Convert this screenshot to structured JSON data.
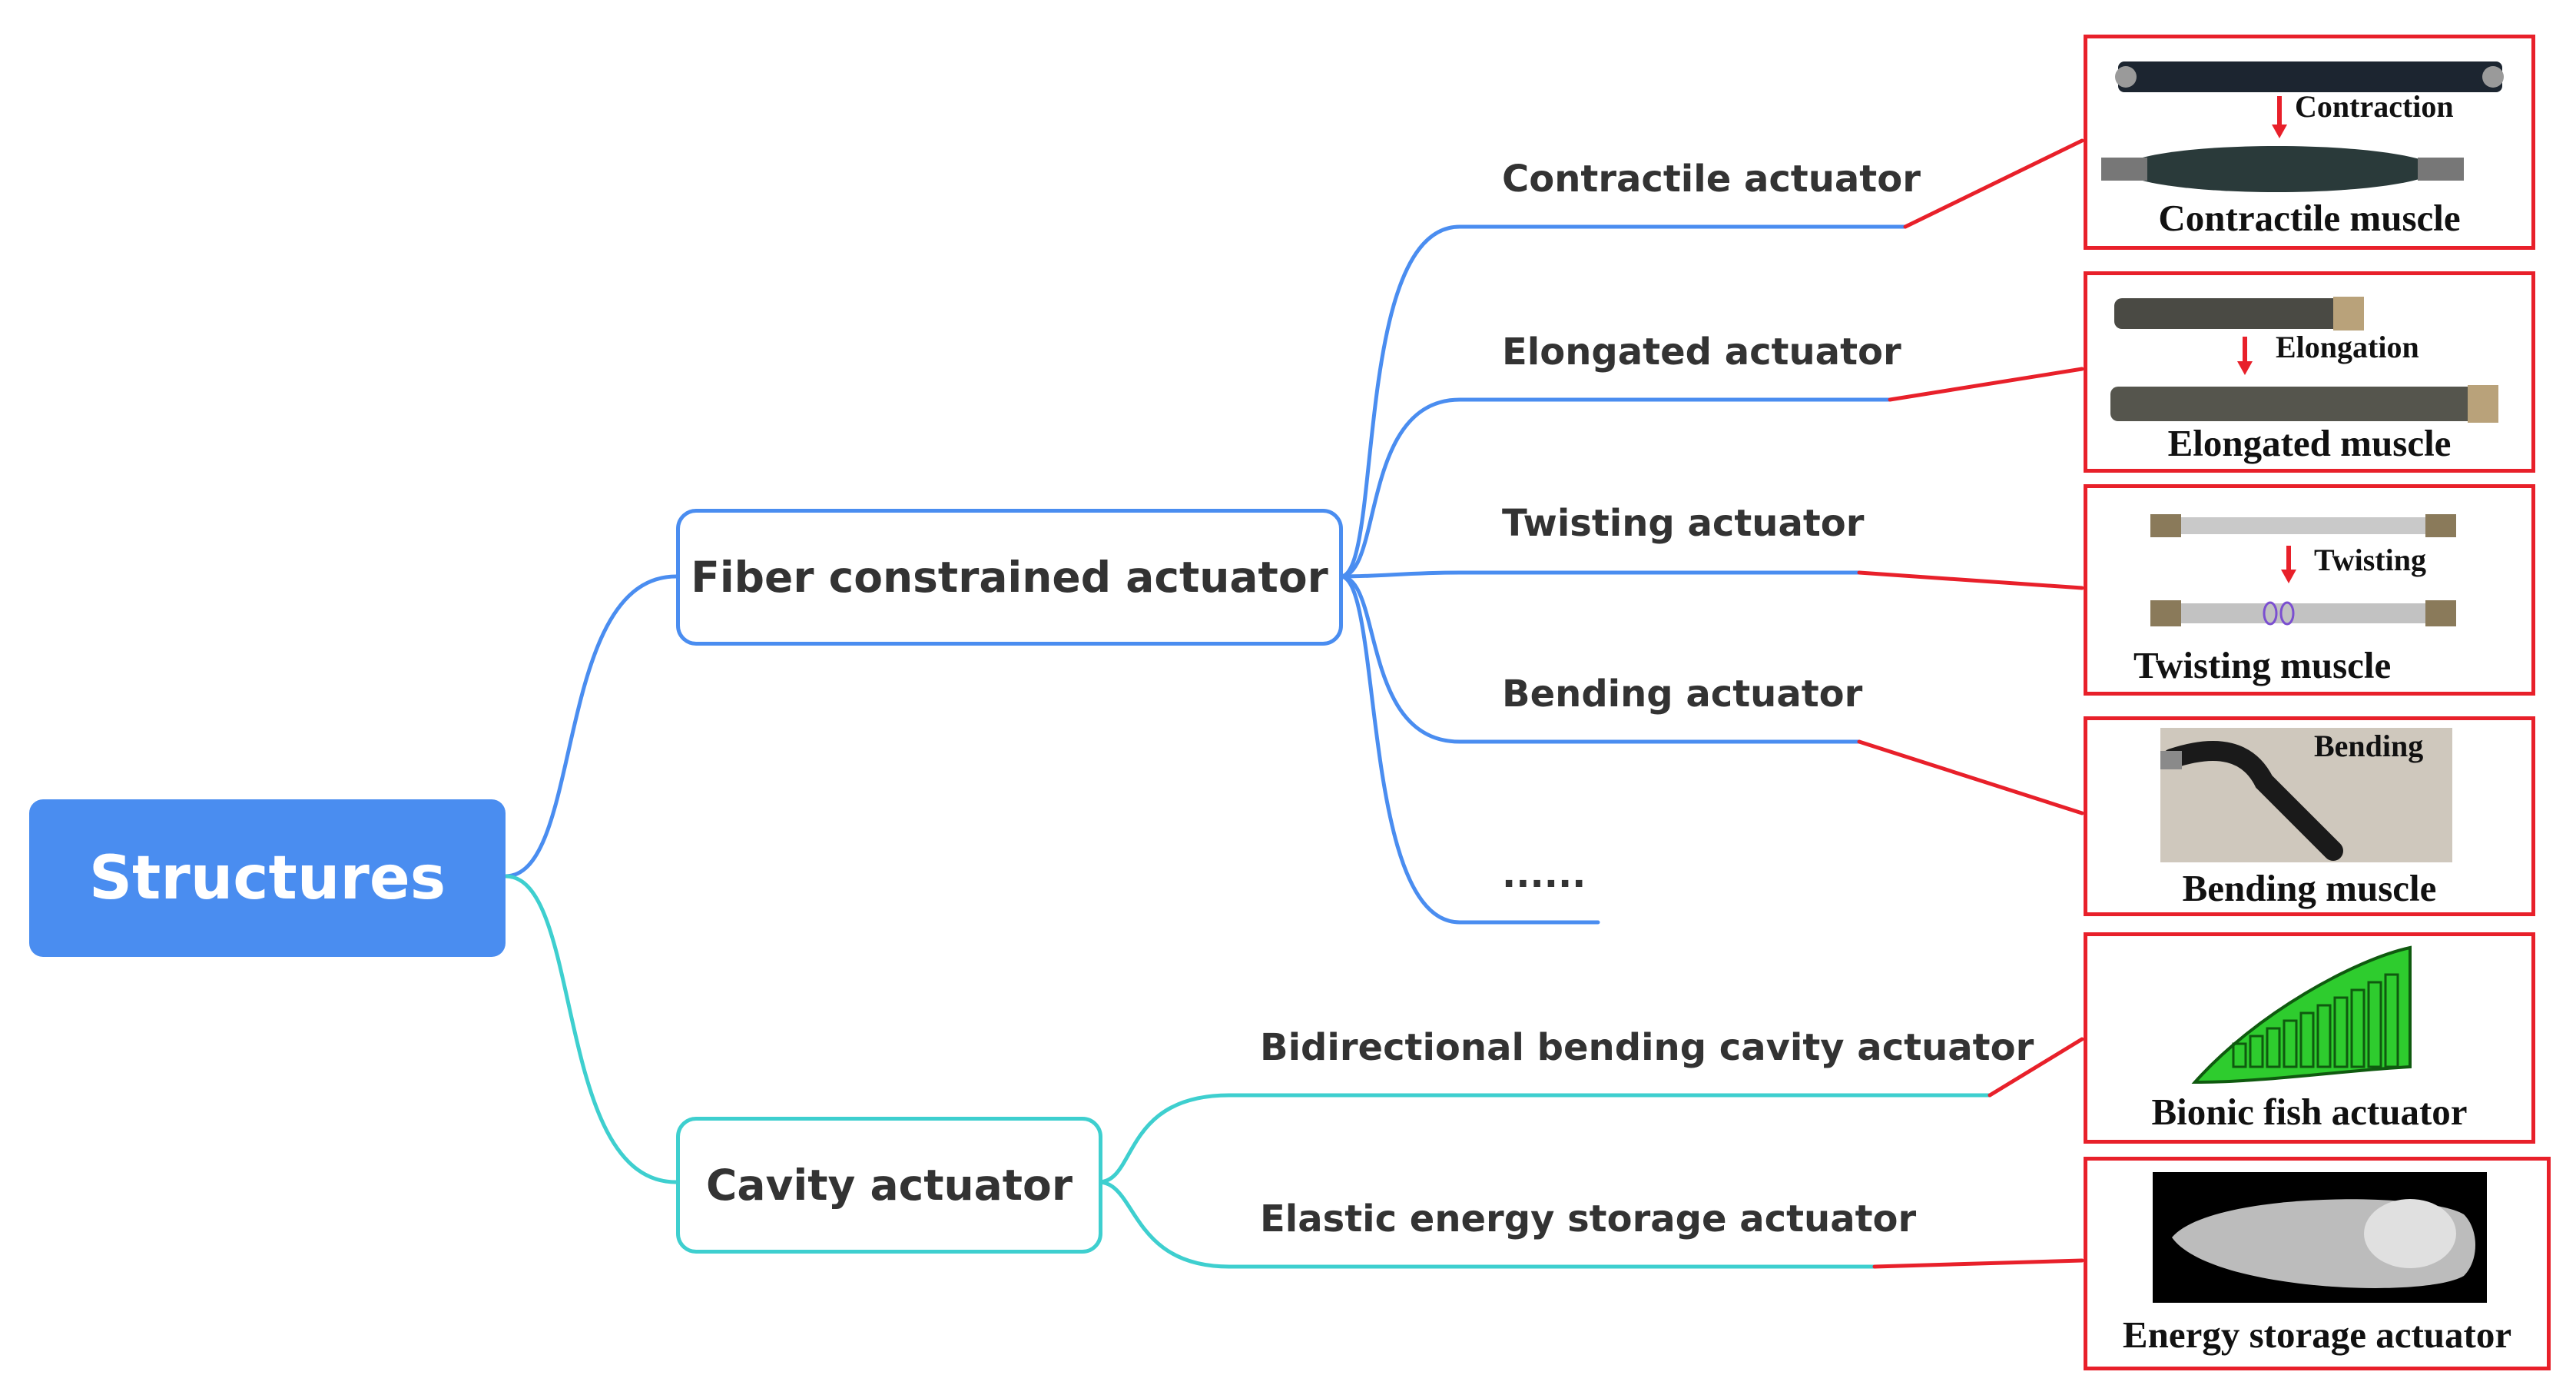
{
  "root": {
    "label": "Structures"
  },
  "branches": [
    {
      "label": "Fiber constrained actuator",
      "color": "#4a8df0",
      "children": [
        {
          "label": "Contractile actuator",
          "image": {
            "tag": "Contraction",
            "caption": "Contractile muscle"
          }
        },
        {
          "label": "Elongated actuator",
          "image": {
            "tag": "Elongation",
            "caption": "Elongated  muscle"
          }
        },
        {
          "label": "Twisting actuator",
          "image": {
            "tag": "Twisting",
            "caption": "Twisting muscle"
          }
        },
        {
          "label": "Bending actuator",
          "image": {
            "tag": "Bending",
            "caption": "Bending  muscle"
          }
        },
        {
          "label": "......"
        }
      ]
    },
    {
      "label": "Cavity actuator",
      "color": "#3ecfcf",
      "children": [
        {
          "label": "Bidirectional bending cavity actuator",
          "image": {
            "caption": "Bionic fish actuator"
          }
        },
        {
          "label": "Elastic energy storage actuator",
          "image": {
            "caption": "Energy storage actuator"
          }
        }
      ]
    }
  ],
  "colors": {
    "root": "#4a8df0",
    "fiber_branch": "#4a8df0",
    "cavity_branch": "#3ecfcf",
    "frame": "#e8202a",
    "connector": "#e8202a"
  }
}
